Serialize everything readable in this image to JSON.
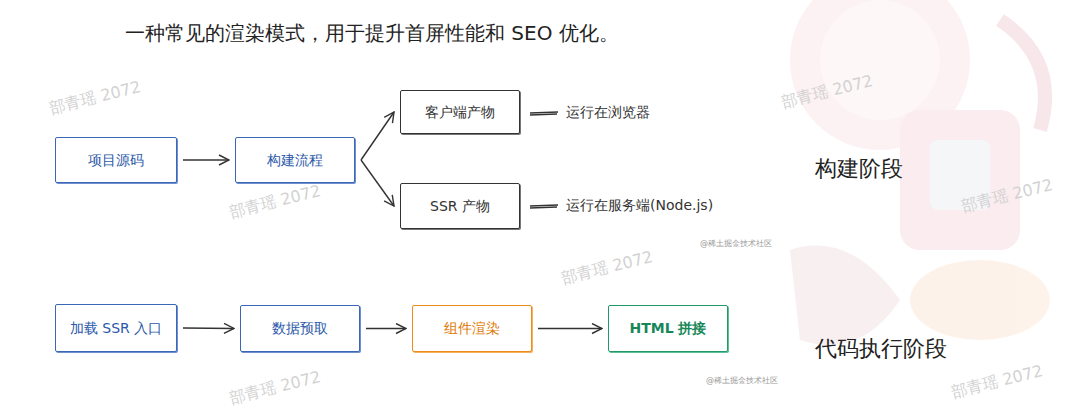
{
  "diagram": {
    "title": "一种常见的渲染模式，用于提升首屏性能和 SEO 优化。",
    "nodes": [
      {
        "text": [
          "项目源码"
        ]
      },
      {
        "text": [
          "构建流程"
        ]
      },
      {
        "text": [
          "客户端产物"
        ]
      },
      {
        "text": [
          "SSR 产物"
        ]
      },
      {
        "text": [
          "加载 SSR 入口"
        ]
      },
      {
        "text": [
          "数据预取"
        ]
      },
      {
        "text": [
          "组件渲染"
        ]
      },
      {
        "text": [
          "HTML 拼接"
        ]
      }
    ],
    "edges": [
      {
        "from": 0,
        "to": 1,
        "arrow": "to"
      },
      {
        "from": 1,
        "to": 2,
        "arrow": "to"
      },
      {
        "from": 1,
        "to": 3,
        "arrow": "to"
      },
      {
        "from": 4,
        "to": 5,
        "arrow": "to"
      },
      {
        "from": 5,
        "to": 6,
        "arrow": "to"
      },
      {
        "from": 6,
        "to": 7,
        "arrow": "to"
      }
    ],
    "labels": [
      "运行在浏览器",
      "运行在服务端(Node.js)",
      "构建阶段",
      "代码执行阶段",
      "@稀土掘金技术社区",
      "@稀土掘金技术社区",
      "部青瑶 2072",
      "部青瑶 2072",
      "部青瑶 2072",
      "部青瑶 2072",
      "部青瑶 2072",
      "部青瑶 2072",
      "部青瑶 2072"
    ]
  }
}
